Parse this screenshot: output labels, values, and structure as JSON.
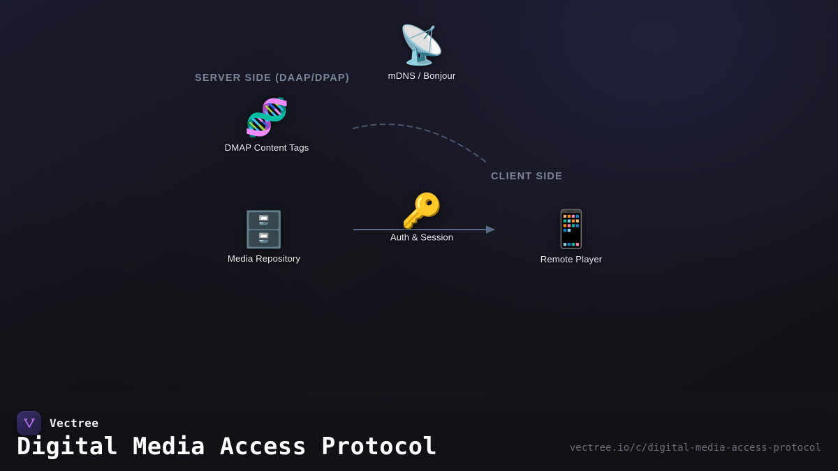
{
  "canvas": {
    "zones": [
      {
        "id": "server",
        "label": "SERVER SIDE (DAAP/DPAP)"
      },
      {
        "id": "client",
        "label": "CLIENT SIDE"
      }
    ],
    "nodes": [
      {
        "id": "mdns",
        "icon": "satellite-antenna-icon",
        "glyph": "📡",
        "label": "mDNS / Bonjour"
      },
      {
        "id": "dmap",
        "icon": "dna-icon",
        "glyph": "🧬",
        "label": "DMAP Content Tags"
      },
      {
        "id": "repo",
        "icon": "file-cabinet-icon",
        "glyph": "🗄️",
        "label": "Media Repository"
      },
      {
        "id": "player",
        "icon": "mobile-phone-icon",
        "glyph": "📱",
        "label": "Remote Player"
      }
    ],
    "edges": [
      {
        "id": "auth",
        "icon": "key-icon",
        "glyph": "🔑",
        "label": "Auth & Session",
        "style": "solid-arrow"
      },
      {
        "id": "discovery",
        "label": "",
        "style": "dashed-arc"
      }
    ]
  },
  "footer": {
    "brand_name": "Vectree",
    "logo_icon": "vectree-logo-icon",
    "title": "Digital Media Access Protocol",
    "url": "vectree.io/c/digital-media-access-protocol"
  },
  "colors": {
    "background": "#131318",
    "background_accent": "#1b1b2e",
    "zone_label": "#7a8499",
    "node_label": "#e9e9ef",
    "connector": "#5b6b88",
    "dashed_arc": "#4a5670",
    "title": "#ffffff",
    "url": "#6d6d7a",
    "brand_purple": "#b96cf0"
  }
}
